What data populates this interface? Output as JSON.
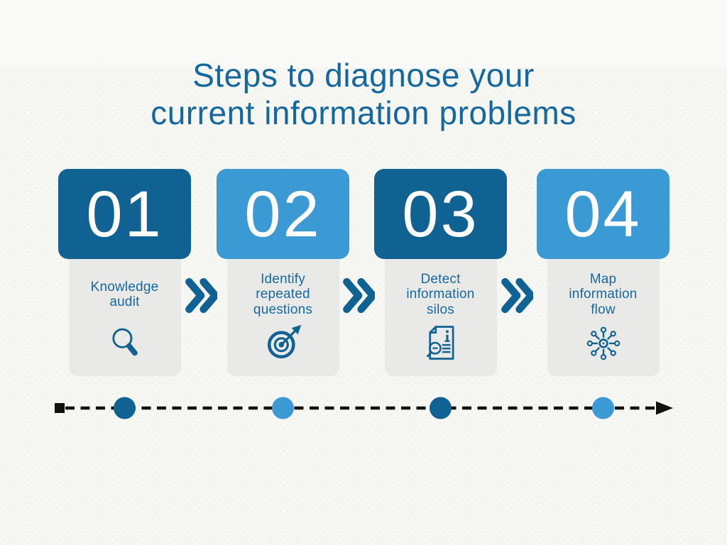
{
  "title": {
    "line1": "Steps to diagnose your",
    "line2": "current information problems"
  },
  "steps": [
    {
      "number": "01",
      "label": "Knowledge audit",
      "icon": "magnifying-glass",
      "block_color": "#0f6292"
    },
    {
      "number": "02",
      "label": "Identify repeated questions",
      "icon": "target-dart",
      "block_color": "#3b99d4"
    },
    {
      "number": "03",
      "label": "Detect information silos",
      "icon": "document-search",
      "block_color": "#0f6292"
    },
    {
      "number": "04",
      "label": "Map information flow",
      "icon": "network-hub",
      "block_color": "#3b99d4"
    }
  ],
  "timeline": {
    "dot_colors": [
      "#0f6292",
      "#3b99d4",
      "#0f6292",
      "#3b99d4"
    ],
    "line_color": "#111111",
    "start_marker": "square",
    "end_marker": "arrow"
  },
  "colors": {
    "background": "#f6f6f3",
    "title_blue": "#15689e",
    "label_blue": "#17699f",
    "dark_blue": "#0f6292",
    "light_blue": "#3b99d4",
    "card_gray": "#e9e9e7",
    "icon_blue": "#0f6292",
    "chevron_blue": "#0f6292",
    "number_white": "#ffffff"
  }
}
